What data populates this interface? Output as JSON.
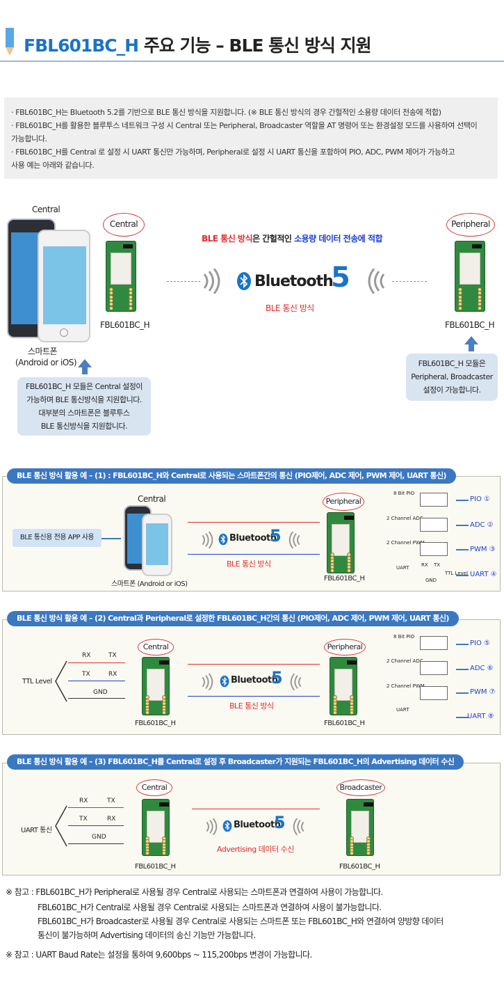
{
  "header": {
    "title_part1": "FBL601BC_H",
    "title_part2": " 주요 기능 – BLE 통신 방식 지원"
  },
  "notes": [
    "· FBL601BC_H는 Bluetooth 5.2를 기반으로 BLE 통신 방식을 지원합니다. (※ BLE 통신 방식의 경우 간헐적인 소용량 데이터 전송에 적합)",
    "· FBL601BC_H를 활용한 블루투스 네트워크 구성 시 Central 또는 Peripheral, Broadcaster 역할을 AT 명령어 또는 환경설정 모드를 사용하여 선택이",
    "  가능합니다.",
    "· FBL601BC_H를 Central 로 설정 시 UART 통신만 가능하며, Peripheral로 설정 시 UART 통신을 포함하여 PIO, ADC, PWM 제어가 가능하고",
    "  사용 예는 아래와 같습니다."
  ],
  "overview": {
    "central_title": "Central",
    "central_oval": "Central",
    "peripheral_oval": "Peripheral",
    "module_left": "FBL601BC_H",
    "module_right": "FBL601BC_H",
    "smartphone": "스마트폰",
    "smartphone_os": "(Android or iOS)",
    "tagline_red": "BLE 통신 방식",
    "tagline_mid": "은 간헐적인 ",
    "tagline_blue": "소용량 데이터 전송에 적합",
    "bluetooth_word": "Bluetooth",
    "bluetooth_num": "5",
    "mode_label": "BLE 통신 방식",
    "callout_left": [
      "FBL601BC_H 모듈은 Central 설정이",
      "가능하며 BLE 통신방식을 지원합니다.",
      "대부분의 스마트폰은 블루투스",
      "BLE 통신방식을 지원합니다."
    ],
    "callout_right": [
      "FBL601BC_H 모듈은",
      "Peripheral, Broadcaster",
      "설정이 가능합니다."
    ]
  },
  "section1": {
    "heading": "BLE 통신 방식 활용 예 – (1) : FBL601BC_H와 Central로 사용되는 스마트폰간의 통신 (PIO제어, ADC 제어, PWM 제어, UART 통신)",
    "app_box": "BLE 통신용 전용 APP 사용",
    "central": "Central",
    "smartphone": "스마트폰 (Android or iOS)",
    "peripheral": "Peripheral",
    "module": "FBL601BC_H",
    "bluetooth_word": "Bluetooth",
    "bluetooth_num": "5",
    "mode_label": "BLE 통신 방식",
    "io": [
      {
        "tag": "8 Bit PIO",
        "out": "PIO ①"
      },
      {
        "tag": "2 Channel ADC",
        "out": "ADC ②"
      },
      {
        "tag": "2 Channel PWM",
        "out": "PWM ③"
      },
      {
        "tag": "UART",
        "out": "UART ④"
      }
    ],
    "uart_rx": "RX",
    "uart_tx": "TX",
    "uart_gnd": "GND",
    "ttl": "TTL Level"
  },
  "section2": {
    "heading": "BLE 통신 방식 활용 예 – (2) Central과 Peripheral로 설정한 FBL601BC_H간의 통신 (PIO제어, ADC 제어, PWM 제어, UART 통신)",
    "ttl_level": "TTL Level",
    "rx": "RX",
    "tx": "TX",
    "gnd": "GND",
    "central": "Central",
    "peripheral": "Peripheral",
    "module_left": "FBL601BC_H",
    "module_right": "FBL601BC_H",
    "bluetooth_word": "Bluetooth",
    "bluetooth_num": "5",
    "mode_label": "BLE 통신 방식",
    "io": [
      {
        "tag": "8 Bit PIO",
        "out": "PIO ⑤"
      },
      {
        "tag": "2 Channel ADC",
        "out": "ADC ⑥"
      },
      {
        "tag": "2 Channel PWM",
        "out": "PWM ⑦"
      },
      {
        "tag": "UART",
        "out": "UART ⑧"
      }
    ]
  },
  "section3": {
    "heading": "BLE 통신 방식 활용 예 – (3) FBL601BC_H를 Central로 설정 후 Broadcaster가 지원되는 FBL601BC_H의 Advertising 데이터 수신",
    "uart_comm": "UART 통신",
    "rx": "RX",
    "tx": "TX",
    "gnd": "GND",
    "central": "Central",
    "broadcaster": "Broadcaster",
    "module_left": "FBL601BC_H",
    "module_right": "FBL601BC_H",
    "bluetooth_word": "Bluetooth",
    "bluetooth_num": "5",
    "mode_label": "Advertising 데이터 수신"
  },
  "footer": {
    "note1_line1": "※ 참고 : FBL601BC_H가    Peripheral로 사용될 경우 Central로 사용되는 스마트폰과 연결하여 사용이 가능합니다.",
    "note1_line2": "FBL601BC_H가         Central로 사용될 경우 Central로 사용되는 스마트폰과 연결하여 사용이 불가능합니다.",
    "note1_line3": "FBL601BC_H가 Broadcaster로 사용될 경우 Central로 사용되는 스마트폰 또는 FBL601BC_H와 연결하여 양방향 데이터",
    "note1_line4": "통신이 불가능하며 Advertising 데이터의 송신 기능만 가능합니다.",
    "note2": "※ 참고 : UART Baud Rate는 설정을 통하여 9,600bps ~ 115,200bps 변경이 가능합니다."
  },
  "colors": {
    "accent_blue": "#1a73c9",
    "heading_blue": "#3a78c2",
    "red": "#e02b2b",
    "module_green": "#2f8a3f"
  }
}
